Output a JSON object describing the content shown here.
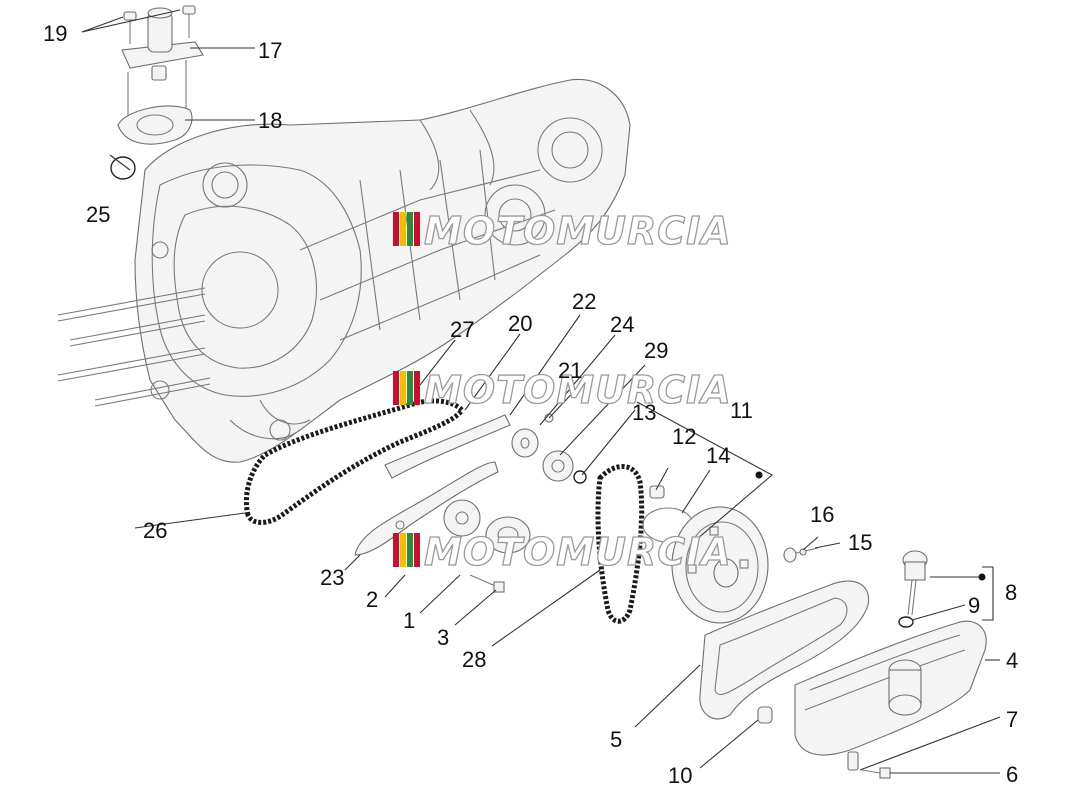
{
  "watermark": {
    "text": "MOTOMURCIA",
    "flag_colors": [
      "#c8102e",
      "#f1bf00",
      "#2e8b3a",
      "#c8102e"
    ]
  },
  "callouts": [
    {
      "id": "c1",
      "label": "1"
    },
    {
      "id": "c2",
      "label": "2"
    },
    {
      "id": "c3",
      "label": "3"
    },
    {
      "id": "c4",
      "label": "4"
    },
    {
      "id": "c5",
      "label": "5"
    },
    {
      "id": "c6",
      "label": "6"
    },
    {
      "id": "c7",
      "label": "7"
    },
    {
      "id": "c8",
      "label": "8"
    },
    {
      "id": "c9",
      "label": "9"
    },
    {
      "id": "c10",
      "label": "10"
    },
    {
      "id": "c11",
      "label": "11"
    },
    {
      "id": "c12",
      "label": "12"
    },
    {
      "id": "c13",
      "label": "13"
    },
    {
      "id": "c14",
      "label": "14"
    },
    {
      "id": "c15",
      "label": "15"
    },
    {
      "id": "c16",
      "label": "16"
    },
    {
      "id": "c17",
      "label": "17"
    },
    {
      "id": "c18",
      "label": "18"
    },
    {
      "id": "c19",
      "label": "19"
    },
    {
      "id": "c20",
      "label": "20"
    },
    {
      "id": "c21",
      "label": "21"
    },
    {
      "id": "c22",
      "label": "22"
    },
    {
      "id": "c23",
      "label": "23"
    },
    {
      "id": "c24",
      "label": "24"
    },
    {
      "id": "c25",
      "label": "25"
    },
    {
      "id": "c26",
      "label": "26"
    },
    {
      "id": "c27",
      "label": "27"
    },
    {
      "id": "c28",
      "label": "28"
    },
    {
      "id": "c29",
      "label": "29"
    }
  ]
}
